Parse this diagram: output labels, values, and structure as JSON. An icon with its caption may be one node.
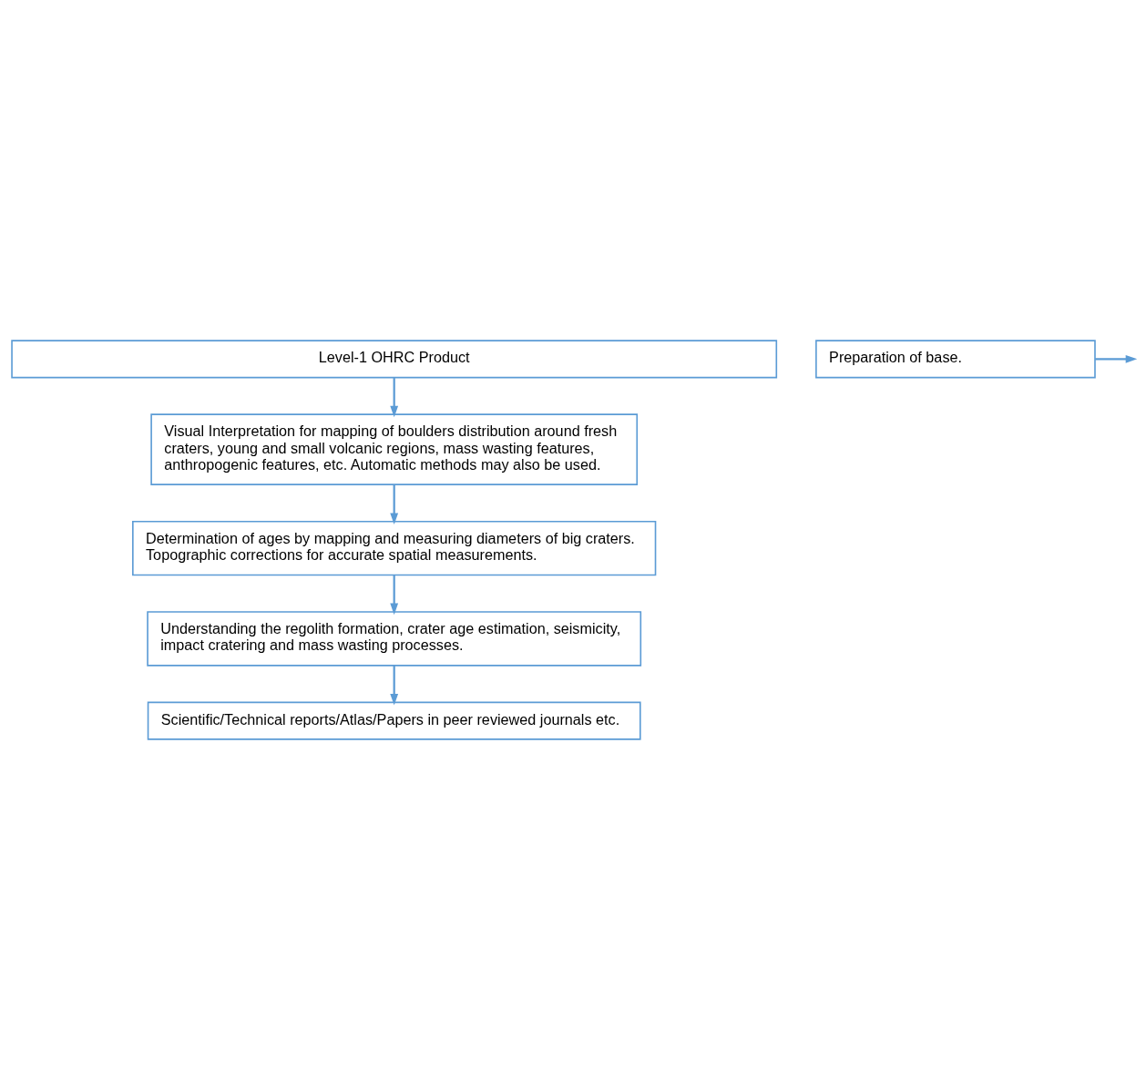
{
  "diagram": {
    "nodes": [
      {
        "text": [
          "Level-1 OHRC Product"
        ]
      },
      {
        "text": [
          "Preparation of base."
        ]
      },
      {
        "text": [
          "Visual Interpretation for mapping of boulders distribution around fresh craters, young and small volcanic regions, mass wasting features, anthropogenic features, etc. Automatic methods may also be used."
        ]
      },
      {
        "text": [
          "Determination of ages by mapping and measuring diameters of big craters. Topographic corrections for accurate spatial measurements."
        ]
      },
      {
        "text": [
          "Understanding the regolith formation, crater age estimation, seismicity, impact cratering and mass wasting processes."
        ]
      },
      {
        "text": [
          "Scientific/Technical reports/Atlas/Papers in peer reviewed journals etc."
        ]
      }
    ],
    "edges": [
      {
        "from": 0,
        "to": 2,
        "arrow": "to"
      },
      {
        "from": 1,
        "to": null,
        "arrow": "to"
      },
      {
        "from": 2,
        "to": 3,
        "arrow": "to"
      },
      {
        "from": 3,
        "to": 4,
        "arrow": "to"
      },
      {
        "from": 4,
        "to": 5,
        "arrow": "to"
      }
    ]
  }
}
